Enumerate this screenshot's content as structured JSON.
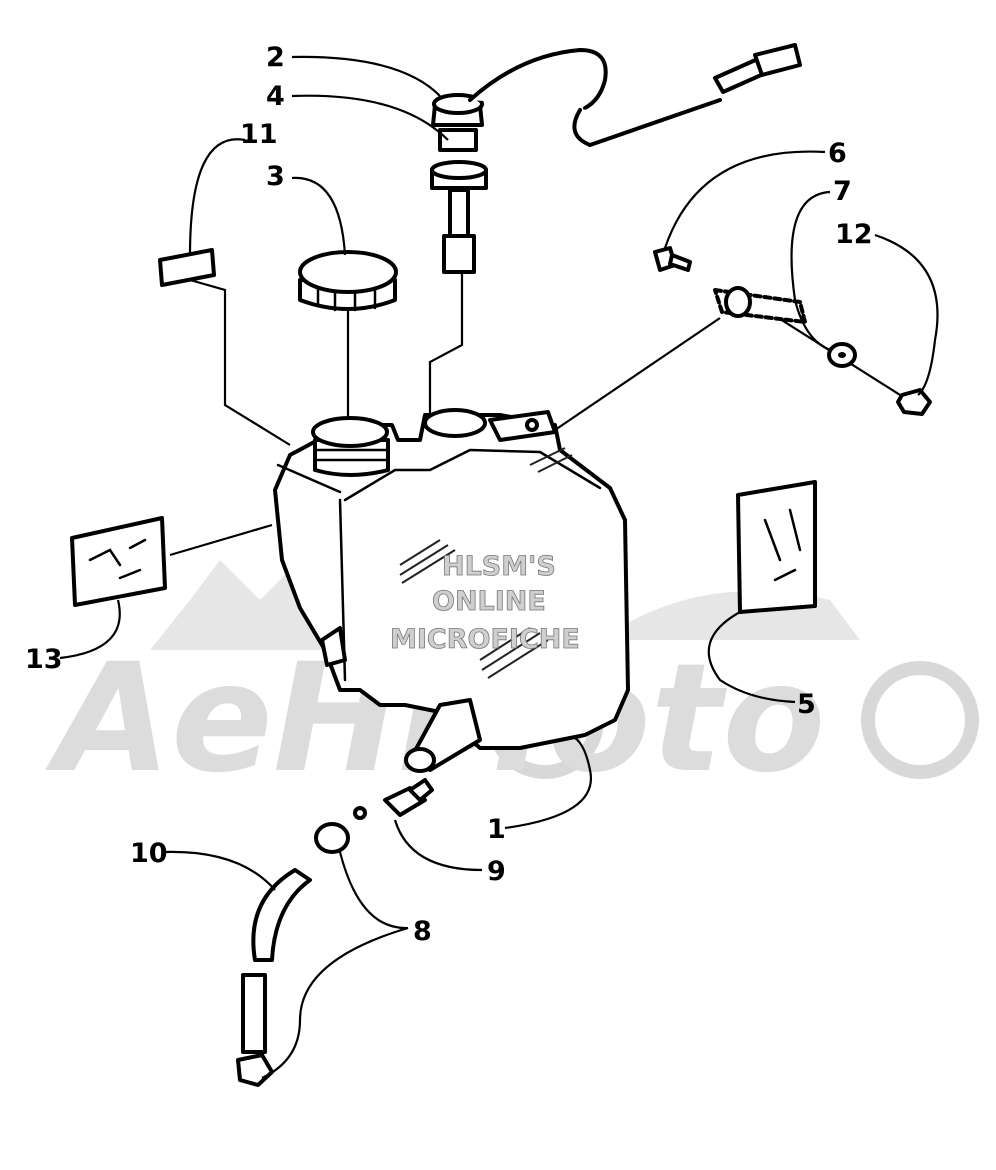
{
  "watermark": {
    "line1": "HLSM'S",
    "line2": "ONLINE",
    "line3": "MICROFICHE",
    "brand": "AeHMoto"
  },
  "callouts": [
    {
      "id": "c1",
      "label": "1"
    },
    {
      "id": "c2",
      "label": "2"
    },
    {
      "id": "c3",
      "label": "3"
    },
    {
      "id": "c4",
      "label": "4"
    },
    {
      "id": "c5",
      "label": "5"
    },
    {
      "id": "c6",
      "label": "6"
    },
    {
      "id": "c7",
      "label": "7"
    },
    {
      "id": "c8",
      "label": "8"
    },
    {
      "id": "c9",
      "label": "9"
    },
    {
      "id": "c10",
      "label": "10"
    },
    {
      "id": "c11",
      "label": "11"
    },
    {
      "id": "c12",
      "label": "12"
    },
    {
      "id": "c13",
      "label": "13"
    }
  ]
}
